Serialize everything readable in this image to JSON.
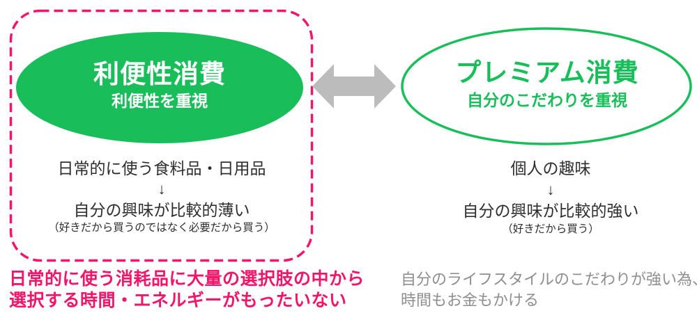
{
  "colors": {
    "green": "#19be5a",
    "pink": "#f31569",
    "arrow_gray": "#bcbcbc",
    "dark_text": "#2e2e2e",
    "gray_text": "#8e8e8e"
  },
  "left": {
    "title": "利便性消費",
    "subtitle": "利便性を重視",
    "item": "日常的に使う食料品・日用品",
    "arrow": "↓",
    "result": "自分の興味が比較的薄い",
    "note": "（好きだから買うのではなく必要だから買う）",
    "caption_line1": "日常的に使う消耗品に大量の選択肢の中から",
    "caption_line2": "選択する時間・エネルギーがもったいない"
  },
  "right": {
    "title": "プレミアム消費",
    "subtitle": "自分のこだわりを重視",
    "item": "個人の趣味",
    "arrow": "↓",
    "result": "自分の興味が比較的強い",
    "note": "（好きだから買う）",
    "caption_line1": "自分のライフスタイルのこだわりが強い為、",
    "caption_line2": "時間もお金もかける"
  }
}
